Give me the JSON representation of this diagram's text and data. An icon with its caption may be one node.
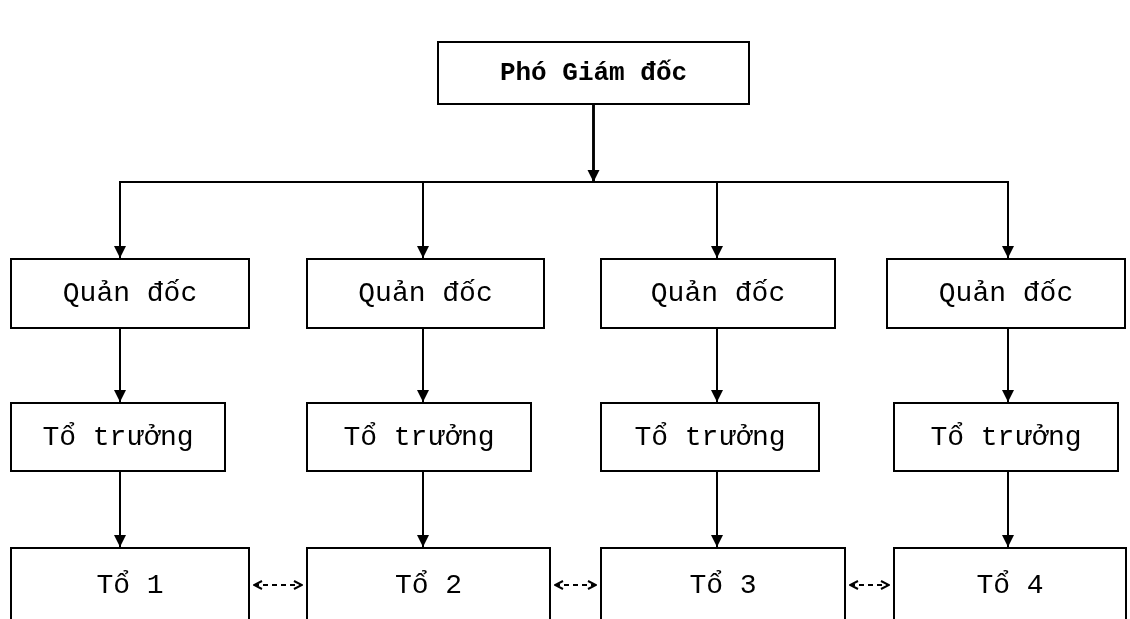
{
  "diagram": {
    "nodes": [
      {
        "text": [
          "Phó Giám đốc"
        ]
      },
      {
        "text": [
          "Quản đốc"
        ]
      },
      {
        "text": [
          "Quản đốc"
        ]
      },
      {
        "text": [
          "Quản đốc"
        ]
      },
      {
        "text": [
          "Quản đốc"
        ]
      },
      {
        "text": [
          "Tổ trưởng"
        ]
      },
      {
        "text": [
          "Tổ trưởng"
        ]
      },
      {
        "text": [
          "Tổ trưởng"
        ]
      },
      {
        "text": [
          "Tổ trưởng"
        ]
      },
      {
        "text": [
          "Tổ 1"
        ]
      },
      {
        "text": [
          "Tổ 2"
        ]
      },
      {
        "text": [
          "Tổ 3"
        ]
      },
      {
        "text": [
          "Tổ 4"
        ]
      }
    ],
    "edges": [
      {
        "from": 0,
        "to": 1,
        "arrow": "to"
      },
      {
        "from": 0,
        "to": 2,
        "arrow": "to"
      },
      {
        "from": 0,
        "to": 3,
        "arrow": "to"
      },
      {
        "from": 0,
        "to": 4,
        "arrow": "to"
      },
      {
        "from": 1,
        "to": 5,
        "arrow": "to"
      },
      {
        "from": 2,
        "to": 6,
        "arrow": "to"
      },
      {
        "from": 3,
        "to": 7,
        "arrow": "to"
      },
      {
        "from": 4,
        "to": 8,
        "arrow": "to"
      },
      {
        "from": 5,
        "to": 9,
        "arrow": "to"
      },
      {
        "from": 6,
        "to": 10,
        "arrow": "to"
      },
      {
        "from": 7,
        "to": 11,
        "arrow": "to"
      },
      {
        "from": 8,
        "to": 12,
        "arrow": "to"
      },
      {
        "from": 9,
        "to": 10,
        "arrow": "both",
        "style": "dashed"
      },
      {
        "from": 10,
        "to": 11,
        "arrow": "both",
        "style": "dashed"
      },
      {
        "from": 11,
        "to": 12,
        "arrow": "both",
        "style": "dashed"
      }
    ]
  }
}
